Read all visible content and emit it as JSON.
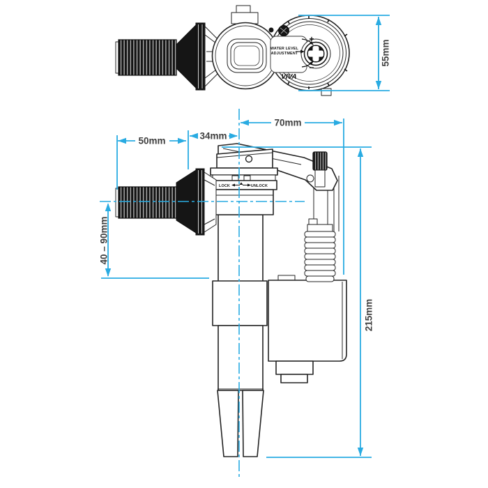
{
  "diagram": {
    "kind": "technical drawing — side-entry toilet cistern fill valve, top view and front view with dimensions",
    "colors": {
      "dimension_accent": "#29ABE2",
      "drawing_line": "#222222",
      "background": "#ffffff"
    },
    "labels": {
      "dim_55": "55mm",
      "dim_70": "70mm",
      "dim_34": "34mm",
      "dim_50": "50mm",
      "dim_range": "40 – 90mm",
      "dim_215": "215mm",
      "wla_line1": "WATER LEVEL",
      "wla_line2": "ADJUSTMENT",
      "plus": "+",
      "minus": "−",
      "lock": "LOCK",
      "unlock": "UNLOCK",
      "logo": "VIVA"
    }
  }
}
